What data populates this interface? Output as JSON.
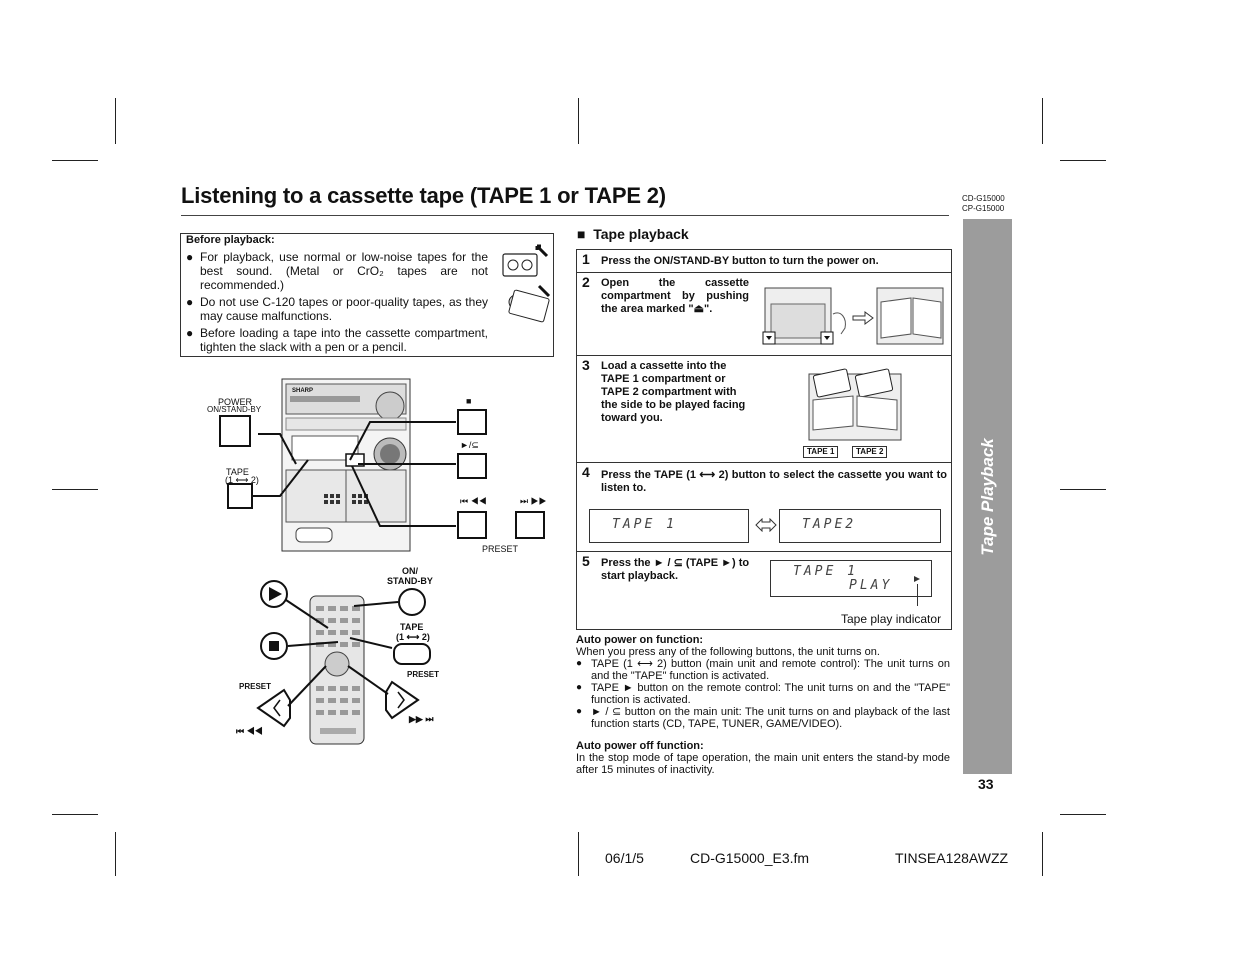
{
  "header": {
    "title": "Listening to a cassette tape (TAPE 1 or TAPE 2)",
    "models": [
      "CD-G15000",
      "CP-G15000"
    ]
  },
  "sidebar": {
    "label": "Tape Playback"
  },
  "page_number": "33",
  "footer": {
    "date": "06/1/5",
    "file": "CD-G15000_E3.fm",
    "code": "TINSEA128AWZZ"
  },
  "before": {
    "heading": "Before playback:",
    "items": [
      "For playback, use normal or low-noise tapes for the best sound. (Metal or CrO₂ tapes are not recommended.)",
      "Do not use C-120 tapes or poor-quality tapes, as they may cause malfunctions.",
      "Before loading a tape into the cassette compartment, tighten the slack with a pen or a pencil."
    ]
  },
  "figure_labels": {
    "power": "POWER",
    "on_standby": "ON/STAND-BY",
    "tape_main": "TAPE",
    "tape_main_sub": "(1 ⟷ 2)",
    "stop": "■",
    "play": "►/⊆",
    "rew_left": "⏮ ◀◀",
    "ff_right": "⏭ ▶▶",
    "preset": "PRESET",
    "remote_on": "ON/",
    "remote_standby": "STAND-BY",
    "remote_tape": "TAPE",
    "remote_tape_sub": "(1 ⟷ 2)",
    "remote_preset_left": "PRESET",
    "remote_preset_right": "PRESET",
    "remote_rew": "⏮ ◀◀",
    "remote_ff": "▶▶ ⏭",
    "brand": "SHARP"
  },
  "tape_playback": {
    "heading": "Tape playback",
    "steps": [
      {
        "num": "1",
        "text": "Press the ON/STAND-BY button to turn the power on."
      },
      {
        "num": "2",
        "text": "Open the cassette compartment by pushing the area marked \"⏏\"."
      },
      {
        "num": "3",
        "text": "Load a cassette into the TAPE 1 compartment or TAPE 2 compartment with the side to be played facing toward you."
      },
      {
        "num": "4",
        "text": "Press the TAPE (1 ⟷ 2) button to select the cassette you want to listen to."
      },
      {
        "num": "5",
        "text": "Press the ► / ⊆ (TAPE ►) to start playback."
      }
    ],
    "tape_tags": [
      "TAPE 1",
      "TAPE 2"
    ],
    "displays": {
      "tape1": "TAPE 1",
      "tape2": "TAPE2",
      "play_line1": "TAPE 1",
      "play_line2": "PLAY"
    },
    "indicator_label": "Tape play indicator"
  },
  "auto_on": {
    "heading": "Auto power on function:",
    "intro": "When you press any of the following buttons, the unit turns on.",
    "items": [
      "TAPE (1 ⟷ 2) button (main unit and remote control): The unit turns on and the \"TAPE\" function is activated.",
      "TAPE ► button on the remote control: The unit turns on and the \"TAPE\" function is activated.",
      "► / ⊆ button on the main unit: The unit turns on and playback of the last function starts (CD, TAPE, TUNER, GAME/VIDEO)."
    ]
  },
  "auto_off": {
    "heading": "Auto power off function:",
    "text": "In the stop mode of tape operation, the main unit enters the stand-by mode after 15 minutes of inactivity."
  }
}
